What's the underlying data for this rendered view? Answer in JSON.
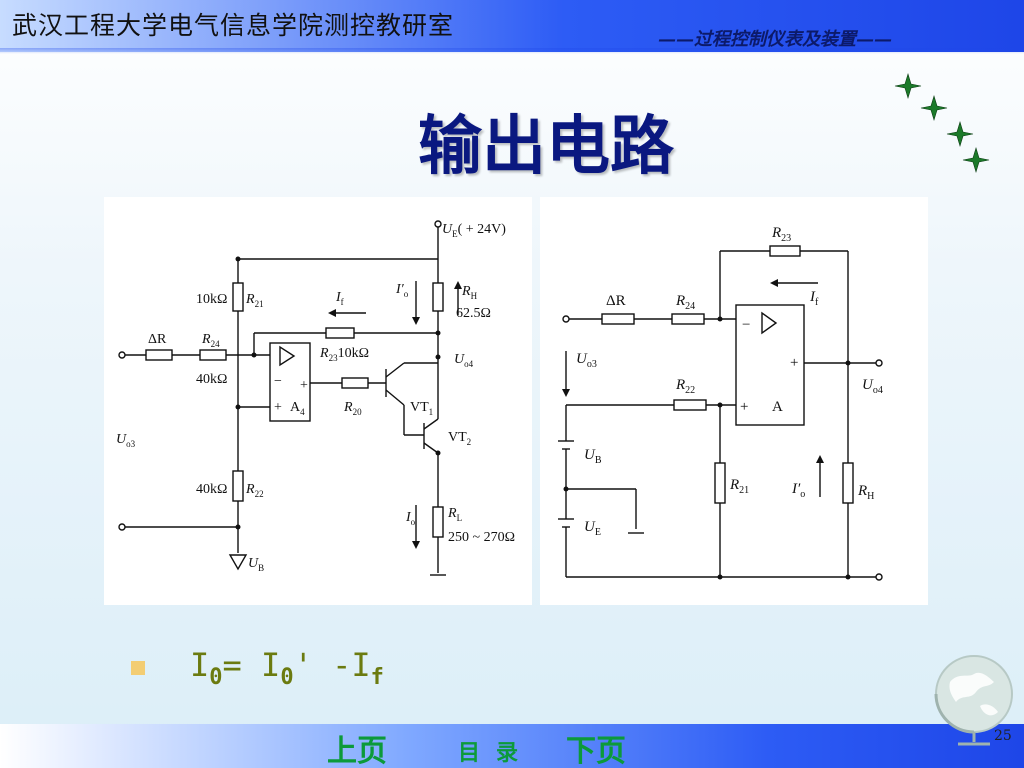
{
  "header": {
    "left_text": "武汉工程大学电气信息学院测控教研室",
    "right_text": "——过程控制仪表及装置——"
  },
  "title": "输出电路",
  "figure_left": {
    "labels": {
      "ue": "U",
      "ue_sub": "E",
      "ue_supply": "( + 24V)",
      "r21_val": "10kΩ",
      "r21": "R",
      "r21_sub": "21",
      "if_label": "I",
      "if_sub": "f",
      "io_prime": "I′",
      "io_prime_sub": "o",
      "rh": "R",
      "rh_sub": "H",
      "rh_val": "62.5Ω",
      "dr": "ΔR",
      "r24": "R",
      "r24_sub": "24",
      "r24_val": "40kΩ",
      "r23": "R",
      "r23_sub": "23",
      "r23_val": "10kΩ",
      "uo4": "U",
      "uo4_sub": "o4",
      "amp_minus": "−",
      "amp_plus": "+",
      "amp_plus2": "+",
      "amp_name": "A",
      "amp_name_sub": "4",
      "r20": "R",
      "r20_sub": "20",
      "vt1": "VT",
      "vt1_sub": "1",
      "vt2": "VT",
      "vt2_sub": "2",
      "uo3": "U",
      "uo3_sub": "o3",
      "r22_val": "40kΩ",
      "r22": "R",
      "r22_sub": "22",
      "io": "I",
      "io_sub": "o",
      "rl": "R",
      "rl_sub": "L",
      "rl_val": "250 ~ 270Ω",
      "ub": "U",
      "ub_sub": "B"
    }
  },
  "figure_right": {
    "labels": {
      "r23": "R",
      "r23_sub": "23",
      "dr": "ΔR",
      "r24": "R",
      "r24_sub": "24",
      "if_label": "I",
      "if_sub": "f",
      "amp_minus": "−",
      "amp_plus_out": "+",
      "uo3": "U",
      "uo3_sub": "o3",
      "r22": "R",
      "r22_sub": "22",
      "amp_plus": "+",
      "amp_name": "A",
      "uo4": "U",
      "uo4_sub": "o4",
      "ub": "U",
      "ub_sub": "B",
      "r21": "R",
      "r21_sub": "21",
      "io_prime": "I′",
      "io_prime_sub": "o",
      "rh": "R",
      "rh_sub": "H",
      "ue": "U",
      "ue_sub": "E"
    }
  },
  "formula": {
    "a": "I",
    "a_sub": "0",
    "eq": "= I",
    "b_sub": "0",
    "c": "' -I",
    "c_sub": "f"
  },
  "nav": {
    "prev": "上页",
    "toc": "目录",
    "next": "下页"
  },
  "page_number": "25",
  "colors": {
    "accent_blue": "#1e46e8",
    "title": "#0a1880",
    "nav_green": "#0c9a3a",
    "formula": "#6b7b10",
    "bullet": "#f3cd73"
  }
}
